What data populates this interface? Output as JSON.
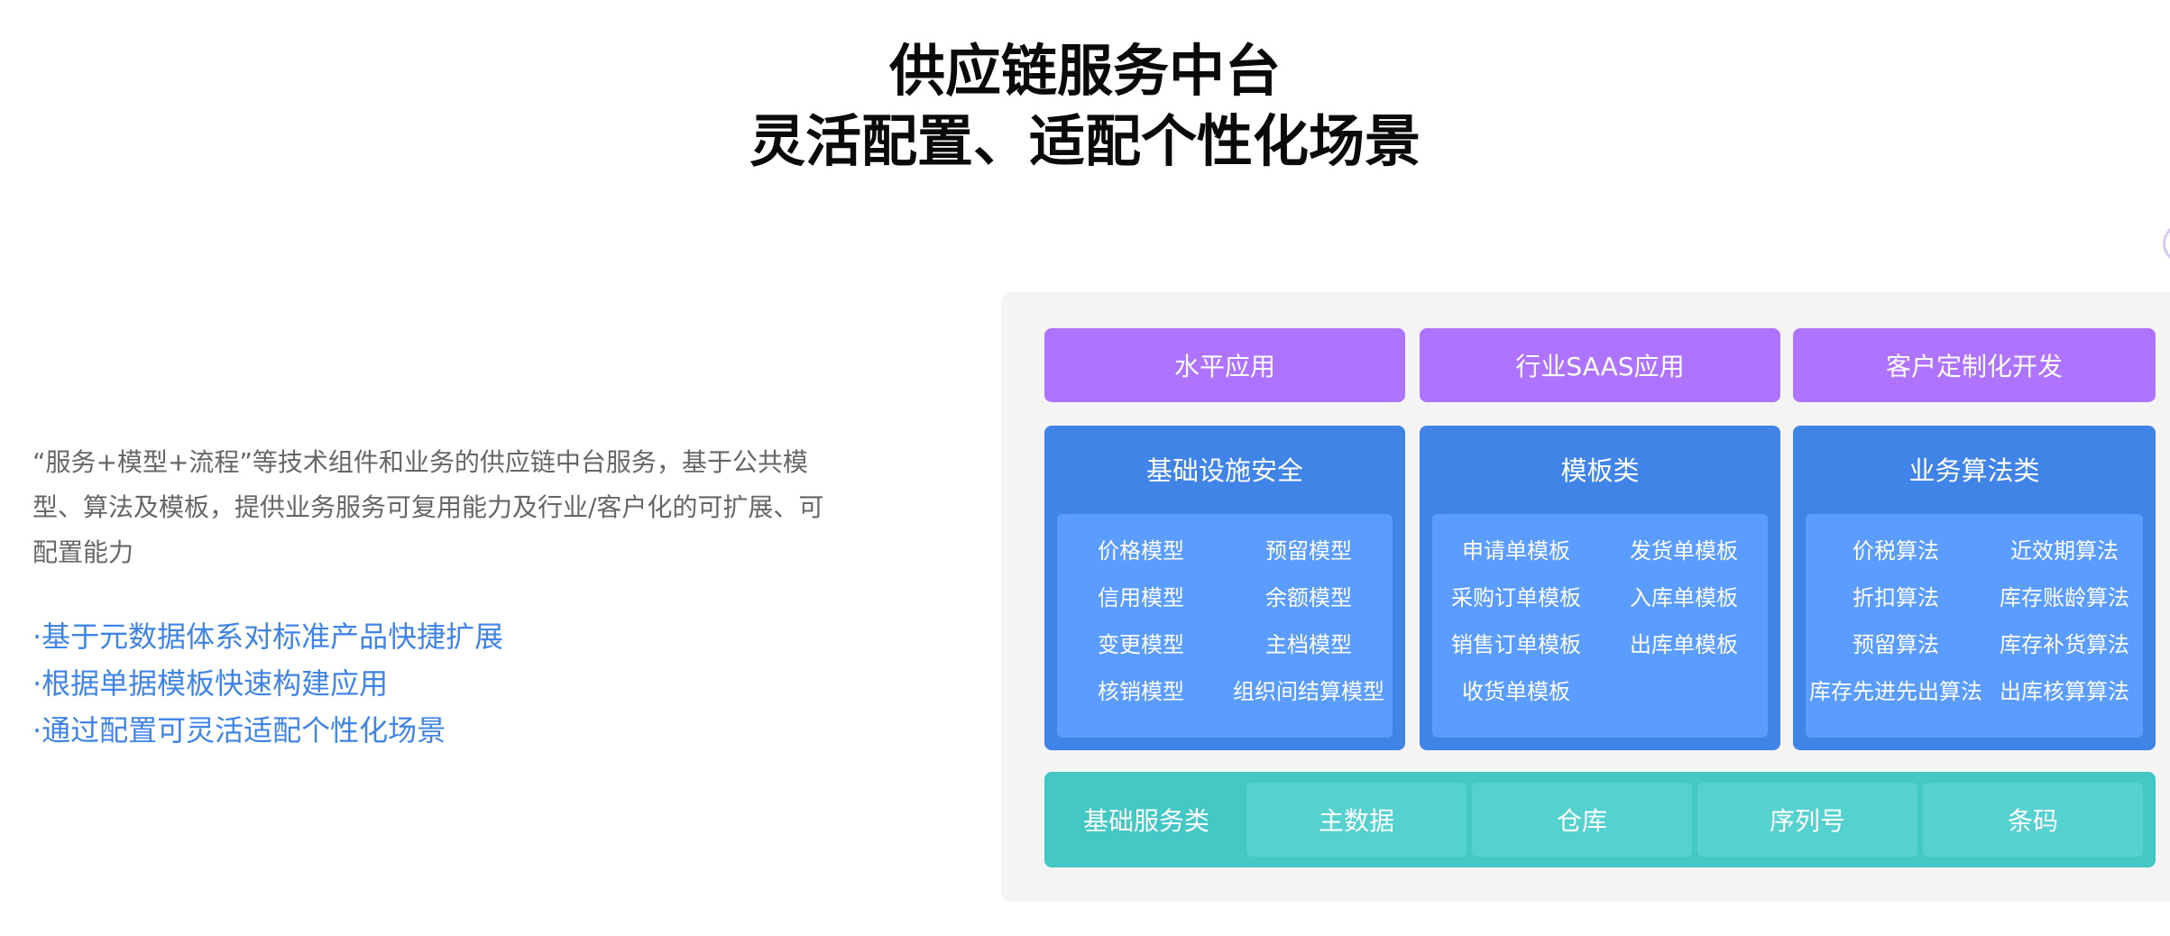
{
  "title": {
    "line1": "供应链服务中台",
    "line2": "灵活配置、适配个性化场景"
  },
  "description": "“服务+模型+流程”等技术组件和业务的供应链中台服务，基于公共模型、算法及模板，提供业务服务可复用能力及行业/客户化的可扩展、可配置能力",
  "features": [
    "·基于元数据体系对标准产品快捷扩展",
    "·根据单据模板快速构建应用",
    "·通过配置可灵活适配个性化场景"
  ],
  "top_row": [
    "水平应用",
    "行业SAAS应用",
    "客户定制化开发"
  ],
  "middle_columns": [
    {
      "title": "基础设施安全",
      "items": [
        "价格模型",
        "预留模型",
        "信用模型",
        "余额模型",
        "变更模型",
        "主档模型",
        "核销模型",
        "组织间结算模型"
      ]
    },
    {
      "title": "模板类",
      "items": [
        "申请单模板",
        "发货单模板",
        "采购订单模板",
        "入库单模板",
        "销售订单模板",
        "出库单模板",
        "收货单模板"
      ]
    },
    {
      "title": "业务算法类",
      "items": [
        "价税算法",
        "近效期算法",
        "折扣算法",
        "库存账龄算法",
        "预留算法",
        "库存补货算法",
        "库存先进先出算法",
        "出库核算算法"
      ]
    }
  ],
  "base_row": {
    "label": "基础服务类",
    "items": [
      "主数据",
      "仓库",
      "序列号",
      "条码"
    ]
  },
  "colors": {
    "purple": "#ae73ff",
    "blue": "#3f84e6",
    "blue_inner": "#5a9cff",
    "teal": "#43c8c6",
    "teal_cell": "#55d2d0",
    "feature_text": "#3f84e6"
  }
}
